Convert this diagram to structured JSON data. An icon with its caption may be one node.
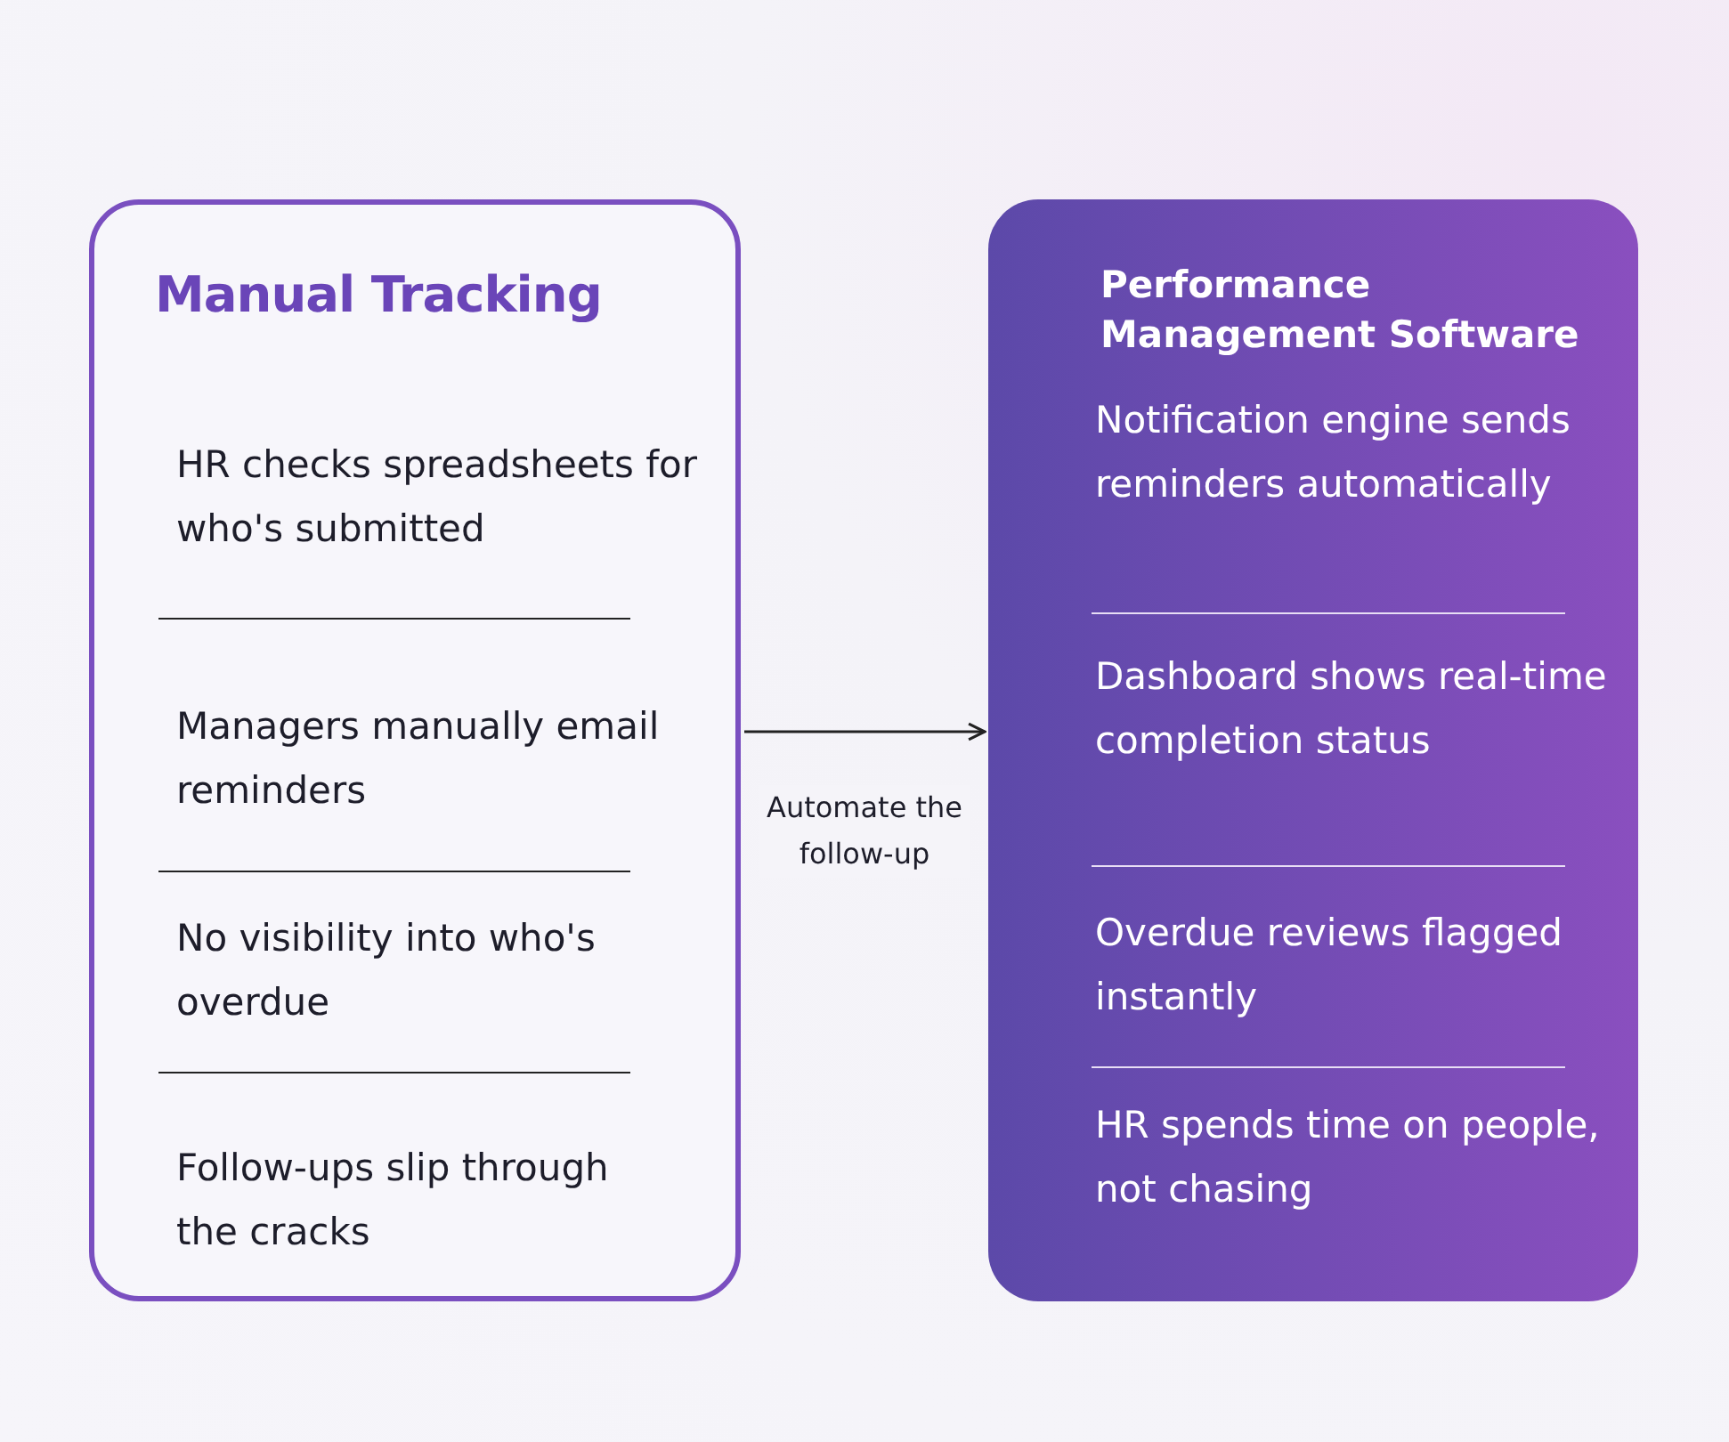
{
  "diagram": {
    "nodes": [
      {
        "text": [
          "Manual Tracking"
        ]
      },
      {
        "text": [
          "HR checks spreadsheets for who's submitted"
        ],
        "in": 0
      },
      {
        "text": [
          "Managers manually email reminders"
        ],
        "in": 0
      },
      {
        "text": [
          "No visibility into who's overdue"
        ],
        "in": 0
      },
      {
        "text": [
          "Follow-ups slip through the cracks"
        ],
        "in": 0
      },
      {
        "text": [
          "Performance Management Software"
        ]
      },
      {
        "text": [
          "Notification engine sends reminders automatically"
        ],
        "in": 5
      },
      {
        "text": [
          "Dashboard shows real-time completion status"
        ],
        "in": 5
      },
      {
        "text": [
          "Overdue reviews flagged instantly"
        ],
        "in": 5
      },
      {
        "text": [
          "HR spends time on people, not chasing"
        ],
        "in": 5
      }
    ],
    "edges": [
      {
        "from": 0,
        "to": 5,
        "arrow": "to",
        "label": "Automate the follow-up"
      }
    ]
  }
}
